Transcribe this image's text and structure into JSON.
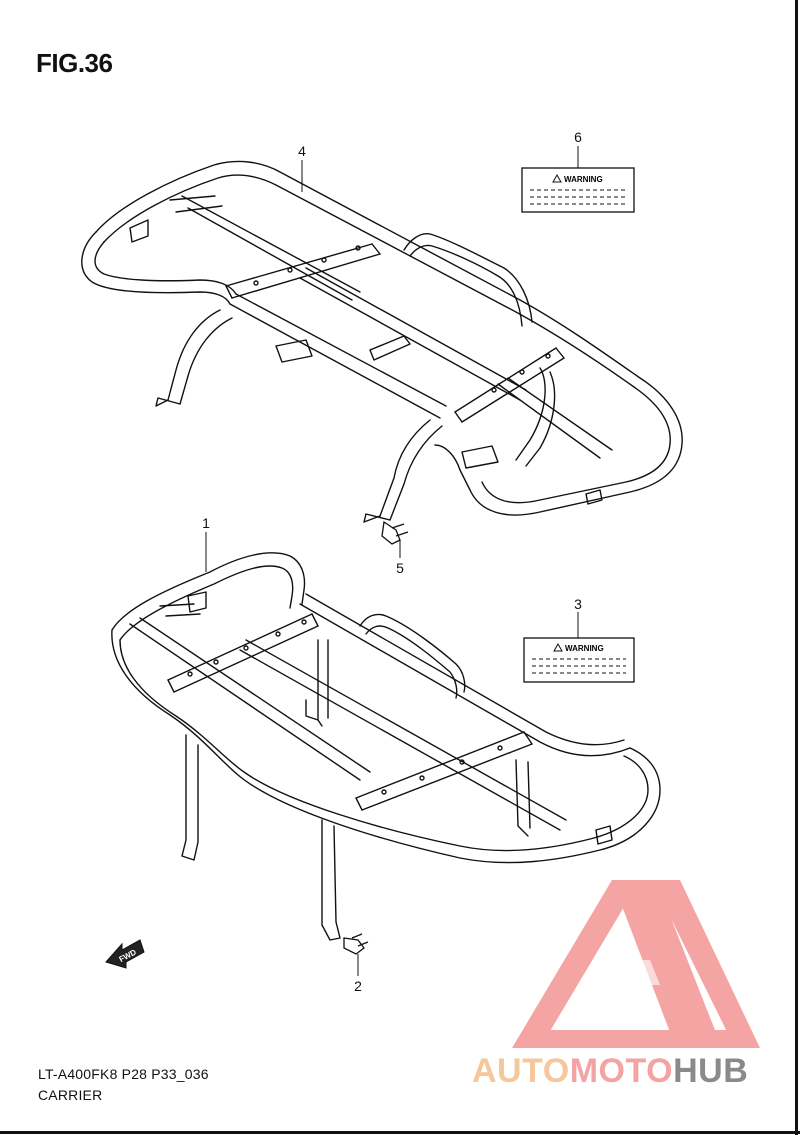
{
  "figure": {
    "title": "FIG.36"
  },
  "callouts": [
    {
      "id": "4",
      "label": "4"
    },
    {
      "id": "6",
      "label": "6"
    },
    {
      "id": "1",
      "label": "1"
    },
    {
      "id": "3",
      "label": "3"
    },
    {
      "id": "5",
      "label": "5"
    },
    {
      "id": "2",
      "label": "2"
    }
  ],
  "labels": {
    "warning_top": "WARNING",
    "warning_bottom": "WARNING",
    "fwd": "FWD"
  },
  "footer": {
    "model": "LT-A400FK8 P28 P33_036",
    "section": "CARRIER"
  },
  "watermark": {
    "part1": "AUTO",
    "part2": "MOTO",
    "part3": "HUB",
    "colors": {
      "auto": "#f6c69c",
      "moto": "#f4a3a3",
      "hub": "#8a8a8a",
      "triangle": "#f5a0a0"
    }
  }
}
